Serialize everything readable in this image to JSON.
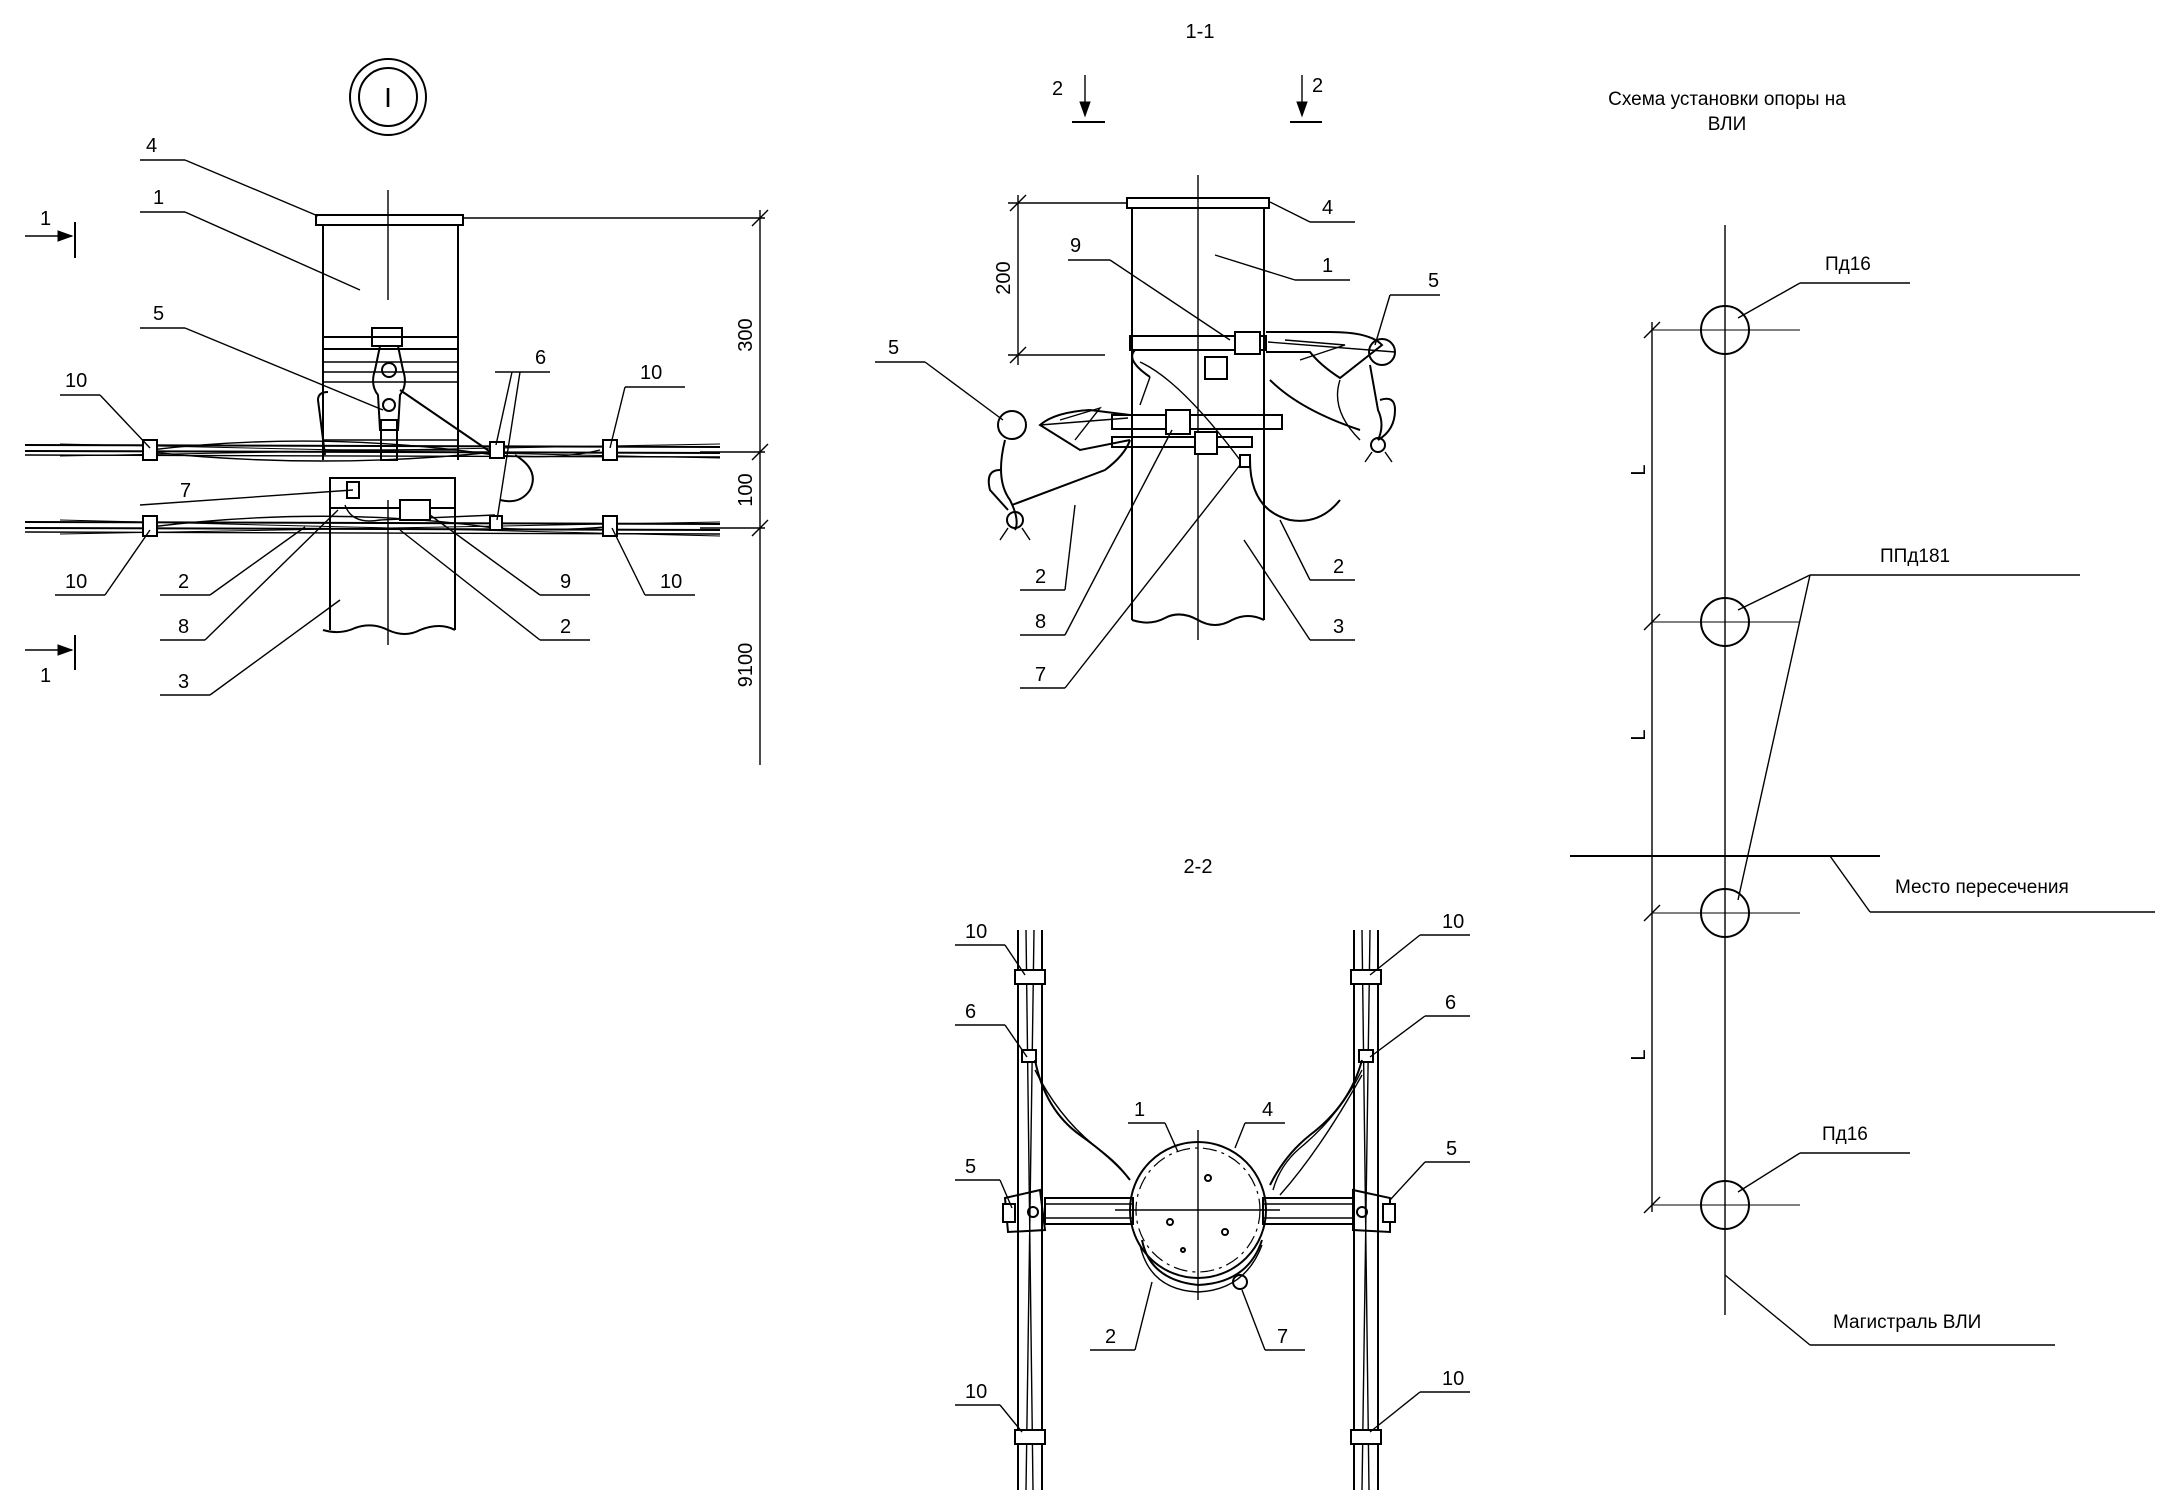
{
  "view_main": {
    "view_marker": "I",
    "section_mark": "1",
    "callouts": {
      "c4": "4",
      "c1": "1",
      "c5": "5",
      "c6": "6",
      "c10a": "10",
      "c10b": "10",
      "c7": "7",
      "c10c": "10",
      "c2a": "2",
      "c8": "8",
      "c3": "3",
      "c9": "9",
      "c2b": "2",
      "c10d": "10"
    },
    "dims": {
      "d300": "300",
      "d100": "100",
      "d9100": "9100"
    }
  },
  "view_1_1": {
    "title": "1-1",
    "section_mark": "2",
    "callouts": {
      "c4": "4",
      "c9": "9",
      "c1": "1",
      "c5a": "5",
      "c5b": "5",
      "c2a": "2",
      "c8": "8",
      "c7": "7",
      "c2b": "2",
      "c3": "3"
    },
    "dims": {
      "d200": "200"
    }
  },
  "view_2_2": {
    "title": "2-2",
    "callouts": {
      "c10a": "10",
      "c10b": "10",
      "c6a": "6",
      "c6b": "6",
      "c1": "1",
      "c4": "4",
      "c5a": "5",
      "c5b": "5",
      "c2": "2",
      "c7": "7",
      "c10c": "10",
      "c10d": "10"
    }
  },
  "scheme": {
    "title_line1": "Схема установки опоры на",
    "title_line2": "ВЛИ",
    "support_top": "Пд16",
    "support_mid": "ППд181",
    "crossing": "Место пересечения",
    "support_bottom": "Пд16",
    "mainline": "Магистраль ВЛИ",
    "span": "L"
  }
}
